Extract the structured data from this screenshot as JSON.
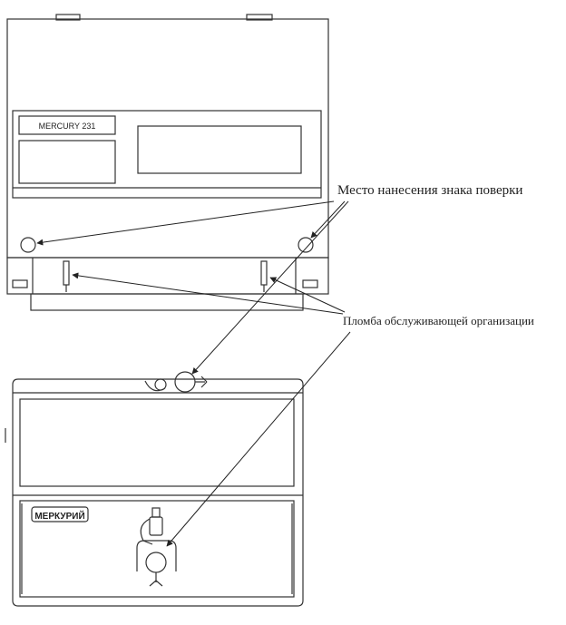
{
  "diagram": {
    "top_meter_model_label": "MERCURY 231",
    "bottom_meter_model_label": "МЕРКУРИЙ",
    "callout_verification_mark": "Место нанесения знака поверки",
    "callout_service_seal": "Пломба обслуживающей организации"
  }
}
